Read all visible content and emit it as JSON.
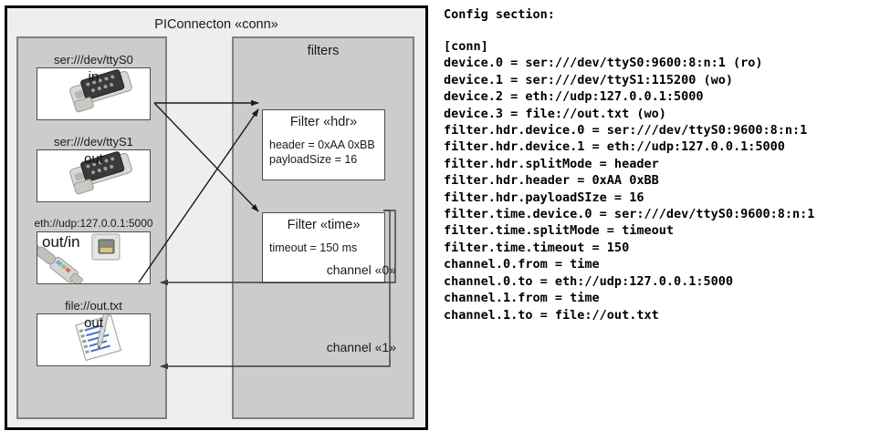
{
  "diagram": {
    "title": "PIConnecton «conn»",
    "devices_panel": {
      "title": "",
      "groups": [
        {
          "label": "ser:///dev/ttyS0",
          "io": "in",
          "icon": "serial-port-icon"
        },
        {
          "label": "ser:///dev/ttyS1",
          "io": "out",
          "icon": "serial-port-icon"
        },
        {
          "label": "eth://udp:127.0.0.1:5000",
          "io": "out/in",
          "icon": "ethernet-socket-icon"
        },
        {
          "label": "file://out.txt",
          "io": "out",
          "icon": "document-pencil-icon"
        }
      ]
    },
    "filters_panel": {
      "title": "filters",
      "filters": [
        {
          "title": "Filter «hdr»",
          "props": [
            "header = 0xAA 0xBB",
            "payloadSize = 16"
          ]
        },
        {
          "title": "Filter «time»",
          "props": [
            "timeout = 150 ms"
          ]
        }
      ]
    },
    "channels": [
      {
        "label": "channel «0»"
      },
      {
        "label": "channel «1»"
      }
    ]
  },
  "config": {
    "heading": "Config section:",
    "lines": [
      "[conn]",
      "device.0 = ser:///dev/ttyS0:9600:8:n:1 (ro)",
      "device.1 = ser:///dev/ttyS1:115200 (wo)",
      "device.2 = eth://udp:127.0.0.1:5000",
      "device.3 = file://out.txt (wo)",
      "filter.hdr.device.0 = ser:///dev/ttyS0:9600:8:n:1",
      "filter.hdr.device.1 = eth://udp:127.0.0.1:5000",
      "filter.hdr.splitMode = header",
      "filter.hdr.header = 0xAA 0xBB",
      "filter.hdr.payloadSIze = 16",
      "filter.time.device.0 = ser:///dev/ttyS0:9600:8:n:1",
      "filter.time.splitMode = timeout",
      "filter.time.timeout = 150",
      "channel.0.from = time",
      "channel.0.to = eth://udp:127.0.0.1:5000",
      "channel.1.from = time",
      "channel.1.to = file://out.txt"
    ]
  },
  "colors": {
    "frame_bg": "#eeeeee",
    "panel_bg": "#cccccc",
    "box_bg": "#ffffff",
    "border": "#4d4d4d",
    "outline": "#000000"
  }
}
